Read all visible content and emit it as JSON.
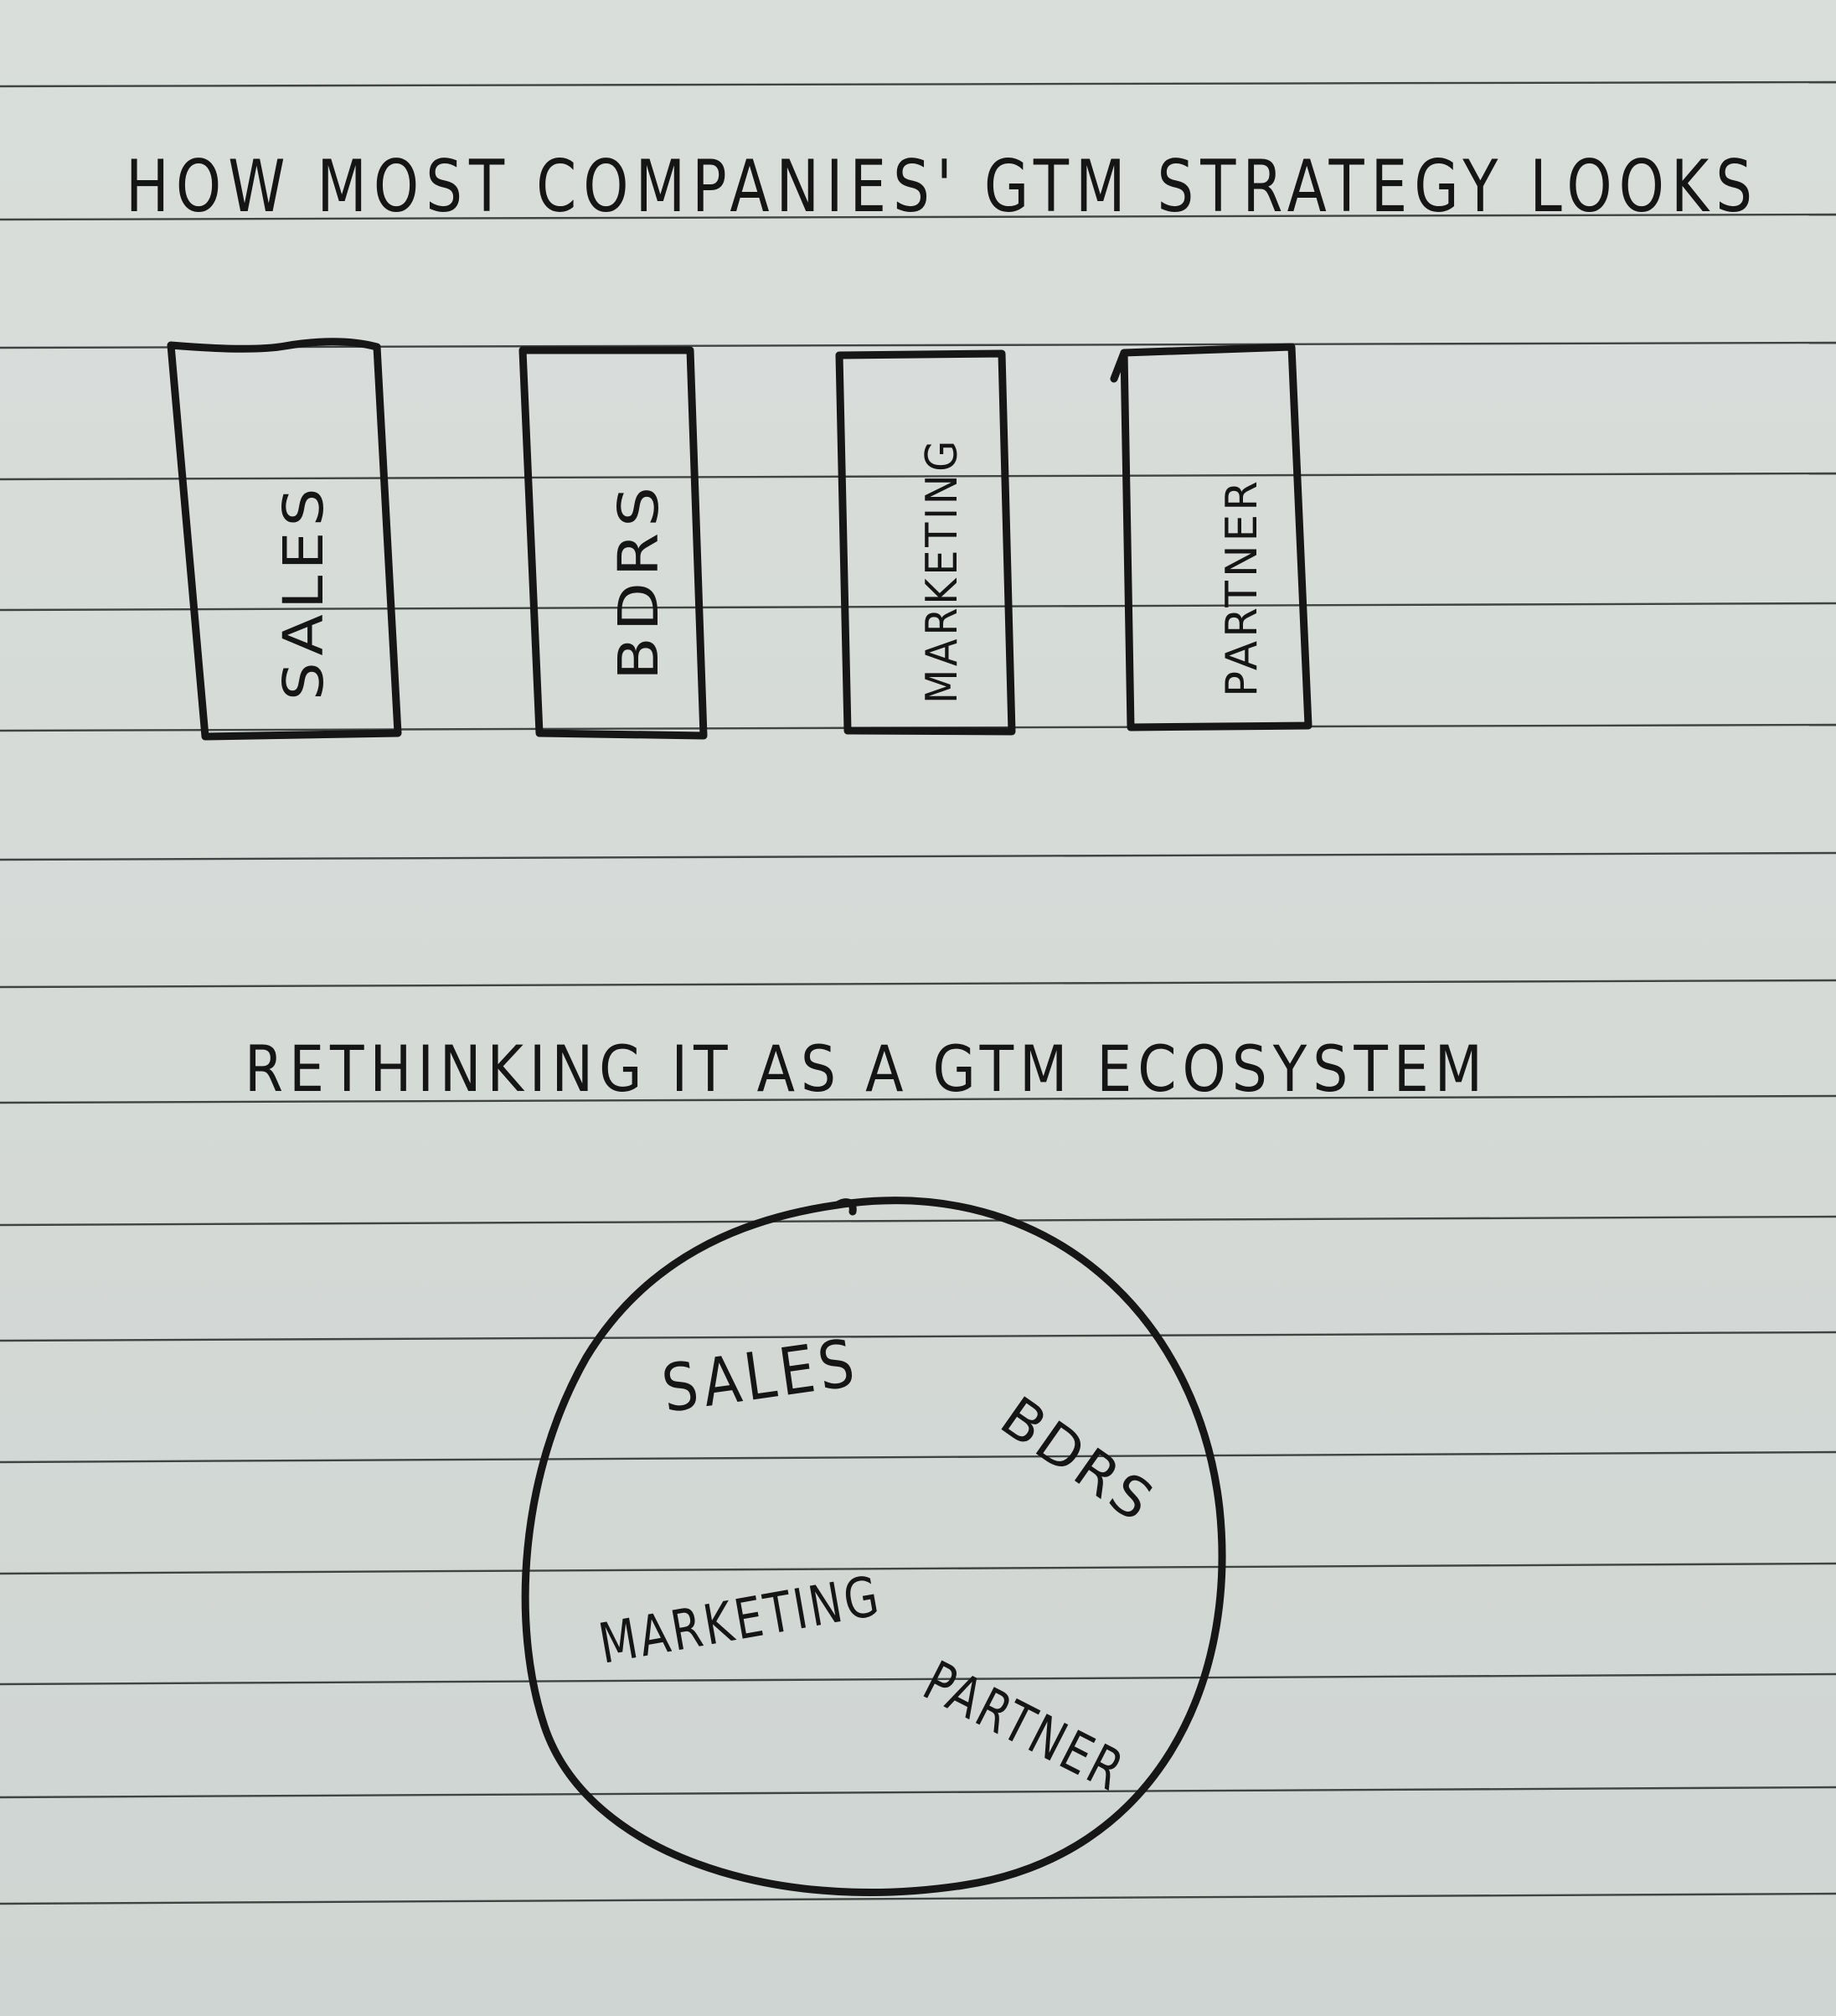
{
  "diagram": {
    "title_top": "HOW MOST COMPANIES' GTM STRATEGY LOOKS",
    "silos": [
      {
        "label": "SALES"
      },
      {
        "label": "BDRS"
      },
      {
        "label": "MARKETING"
      },
      {
        "label": "PARTNER"
      }
    ],
    "title_bottom": "RETHINKING IT AS A GTM ECOSYSTEM",
    "ecosystem": [
      {
        "label": "SALES"
      },
      {
        "label": "BDRS"
      },
      {
        "label": "MARKETING"
      },
      {
        "label": "PARTNER"
      }
    ]
  }
}
